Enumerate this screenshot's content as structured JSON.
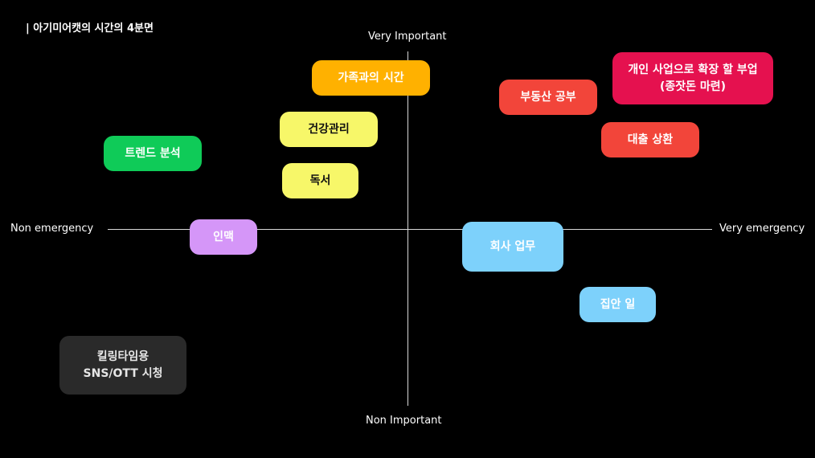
{
  "title": "| 아기미어캣의 시간의 4분면",
  "axes": {
    "top": "Very Important",
    "bottom": "Non Important",
    "left": "Non emergency",
    "right": "Very emergency"
  },
  "colors": {
    "background": "#000000",
    "axis": "#d9d9d9",
    "orange": "#FFB100",
    "yellow": "#F7F769",
    "green": "#0FCB58",
    "purple": "#D596F8",
    "red": "#F2453A",
    "crimson": "#E5114F",
    "sky": "#7DD1FB",
    "gray": "#2A2A2A"
  },
  "cards": {
    "family": "가족과의 시간",
    "health": "건강관리",
    "reading": "독서",
    "trend": "트렌드 분석",
    "network": "인맥",
    "realestate": "부동산 공부",
    "sidebiz_line1": "개인 사업으로 확장 할 부업",
    "sidebiz_line2": "(종잣돈 마련)",
    "loan": "대출 상환",
    "work": "회사 업무",
    "house": "집안 일",
    "killing_line1": "킬링타임용",
    "killing_line2": "SNS/OTT 시청"
  }
}
